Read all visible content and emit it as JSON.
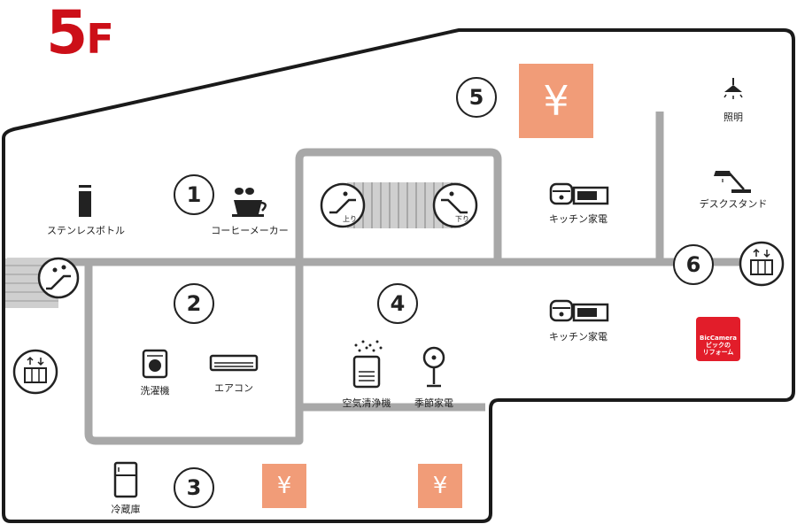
{
  "floor": {
    "number": "5",
    "suffix": "F"
  },
  "zones": [
    "1",
    "2",
    "3",
    "4",
    "5",
    "6"
  ],
  "yen_symbol": "¥",
  "labels": {
    "bottle": "ステンレスボトル",
    "coffee": "コーヒーメーカー",
    "kitchen_upper": "キッチン家電",
    "kitchen_lower": "キッチン家電",
    "lighting": "照明",
    "desk_stand": "デスクスタンド",
    "washer": "洗濯機",
    "aircon": "エアコン",
    "air_purifier": "空気清浄機",
    "seasonal": "季節家電",
    "fridge": "冷蔵庫"
  },
  "escalators": {
    "up": "上り",
    "down": "下り"
  },
  "logo": {
    "line1": "BicCamera",
    "line2": "ビックの",
    "line3": "リフォーム"
  },
  "colors": {
    "floor_red": "#cc0f18",
    "yen_orange": "#f19c78",
    "path_gray": "#a8a8a8",
    "logo_red": "#e21d2a"
  },
  "icons": [
    "escalator-icon",
    "elevator-icon",
    "bottle-icon",
    "coffee-cup-icon",
    "rice-cooker-icon",
    "microwave-icon",
    "ceiling-lamp-icon",
    "desk-lamp-icon",
    "washing-machine-icon",
    "air-conditioner-icon",
    "air-purifier-icon",
    "fan-icon",
    "refrigerator-icon"
  ]
}
